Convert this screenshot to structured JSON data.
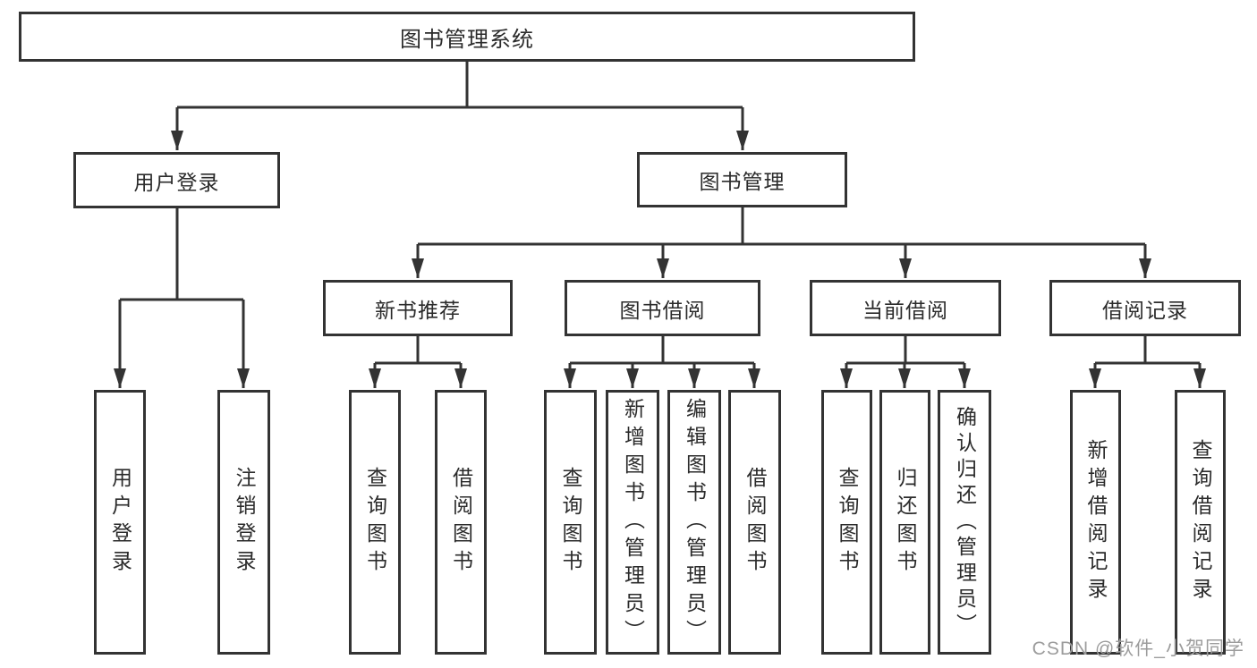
{
  "diagram": {
    "title": "图书管理系统",
    "type": "tree",
    "colors": {
      "line": "#333333",
      "border": "#333333",
      "text": "#2b2b2b",
      "background": "#ffffff",
      "watermark": "#9c9c9c"
    },
    "branches": {
      "user_login": {
        "label": "用户登录",
        "children": [
          {
            "label": "用户登录"
          },
          {
            "label": "注销登录"
          }
        ]
      },
      "book_management": {
        "label": "图书管理",
        "children": [
          {
            "label": "新书推荐",
            "children": [
              {
                "label": "查询图书"
              },
              {
                "label": "借阅图书"
              }
            ]
          },
          {
            "label": "图书借阅",
            "children": [
              {
                "label": "查询图书"
              },
              {
                "label": "新增图书（管理员）"
              },
              {
                "label": "编辑图书（管理员）"
              },
              {
                "label": "借阅图书"
              }
            ]
          },
          {
            "label": "当前借阅",
            "children": [
              {
                "label": "查询图书"
              },
              {
                "label": "归还图书"
              },
              {
                "label": "确认归还（管理员）"
              }
            ]
          },
          {
            "label": "借阅记录",
            "children": [
              {
                "label": "新增借阅记录"
              },
              {
                "label": "查询借阅记录"
              }
            ]
          }
        ]
      }
    },
    "watermark": "CSDN @软件_小贺同学"
  }
}
